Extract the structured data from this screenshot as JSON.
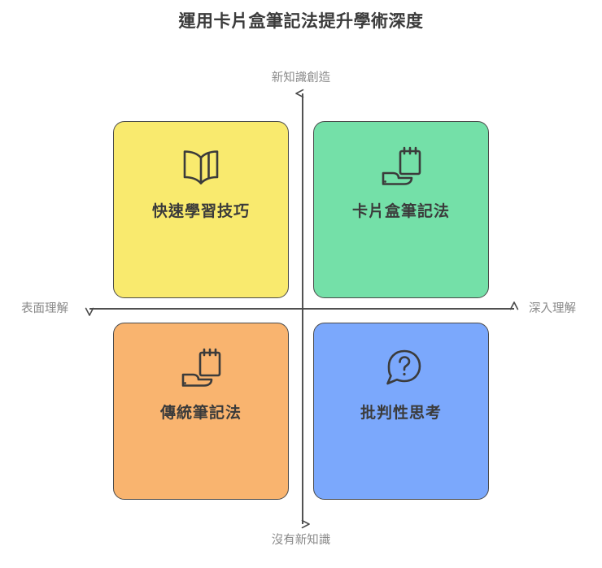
{
  "chart_data": {
    "type": "scatter",
    "title": "運用卡片盒筆記法提升學術深度",
    "subtitle": "",
    "xlabel": "",
    "ylabel": "",
    "grid": false,
    "legend_position": "none",
    "axes": {
      "x": {
        "left_label": "表面理解",
        "right_label": "深入理解",
        "arrows": "both"
      },
      "y": {
        "top_label": "新知識創造",
        "bottom_label": "沒有新知識",
        "arrows": "both"
      }
    },
    "quadrants": [
      {
        "id": "top-left",
        "label": "快速學習技巧",
        "icon": "open-book-icon",
        "color": "#F9EA6E",
        "x_position": "left",
        "y_position": "top"
      },
      {
        "id": "top-right",
        "label": "卡片盒筆記法",
        "icon": "notepad-pen-icon",
        "color": "#74E0A8",
        "x_position": "right",
        "y_position": "top"
      },
      {
        "id": "bottom-left",
        "label": "傳統筆記法",
        "icon": "notepad-pen-icon",
        "color": "#F9B46F",
        "x_position": "left",
        "y_position": "bottom"
      },
      {
        "id": "bottom-right",
        "label": "批判性思考",
        "icon": "question-bubble-icon",
        "color": "#7BA8FC",
        "x_position": "right",
        "y_position": "bottom"
      }
    ]
  },
  "title": "運用卡片盒筆記法提升學術深度",
  "axis_labels": {
    "top": "新知識創造",
    "bottom": "沒有新知識",
    "left": "表面理解",
    "right": "深入理解"
  },
  "quadrants": {
    "top_left": {
      "label": "快速學習技巧",
      "color": "#F9EA6E",
      "icon": "open-book-icon"
    },
    "top_right": {
      "label": "卡片盒筆記法",
      "color": "#74E0A8",
      "icon": "notepad-pen-icon"
    },
    "bottom_left": {
      "label": "傳統筆記法",
      "color": "#F9B46F",
      "icon": "notepad-pen-icon"
    },
    "bottom_right": {
      "label": "批判性思考",
      "color": "#7BA8FC",
      "icon": "question-bubble-icon"
    }
  },
  "colors": {
    "background": "#FFFFFF",
    "title_text": "#3B3B3B",
    "axis_line": "#4A4A4A",
    "axis_label_text": "#8A8A8A",
    "card_border": "#4A4A4A",
    "card_text": "#3B3B3B",
    "icon_stroke": "#3B3B3B"
  }
}
